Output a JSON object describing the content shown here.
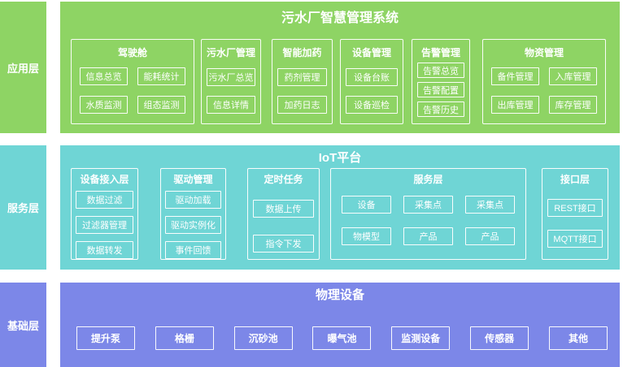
{
  "colors": {
    "app_layer": "#8ed464",
    "service_layer": "#6fd5d5",
    "base_layer": "#7c87e8",
    "text": "#ffffff"
  },
  "layers": {
    "app": {
      "sidebar": "应用层",
      "title": "污水厂智慧管理系统",
      "groups": [
        {
          "title": "驾驶舱",
          "items": [
            "信息总览",
            "能耗统计",
            "水质监测",
            "组态监测"
          ]
        },
        {
          "title": "污水厂管理",
          "items": [
            "污水厂总览",
            "信息详情"
          ]
        },
        {
          "title": "智能加药",
          "items": [
            "药剂管理",
            "加药日志"
          ]
        },
        {
          "title": "设备管理",
          "items": [
            "设备台账",
            "设备巡检"
          ]
        },
        {
          "title": "告警管理",
          "items": [
            "告警总览",
            "告警配置",
            "告警历史"
          ]
        },
        {
          "title": "物资管理",
          "items": [
            "备件管理",
            "入库管理",
            "出库管理",
            "库存管理"
          ]
        }
      ]
    },
    "service": {
      "sidebar": "服务层",
      "title": "IoT平台",
      "groups": [
        {
          "title": "设备接入层",
          "items": [
            "数据过滤",
            "过滤器管理",
            "数据转发"
          ]
        },
        {
          "title": "驱动管理",
          "items": [
            "驱动加载",
            "驱动实例化",
            "事件回馈"
          ]
        },
        {
          "title": "定时任务",
          "items": [
            "数据上传",
            "指令下发"
          ]
        },
        {
          "title": "服务层",
          "items": [
            "设备",
            "采集点",
            "采集点",
            "物模型",
            "产品",
            "产品"
          ]
        },
        {
          "title": "接口层",
          "items": [
            "REST接口",
            "MQTT接口"
          ]
        }
      ]
    },
    "base": {
      "sidebar": "基础层",
      "title": "物理设备",
      "items": [
        "提升泵",
        "格栅",
        "沉砂池",
        "曝气池",
        "监测设备",
        "传感器",
        "其他"
      ]
    }
  }
}
